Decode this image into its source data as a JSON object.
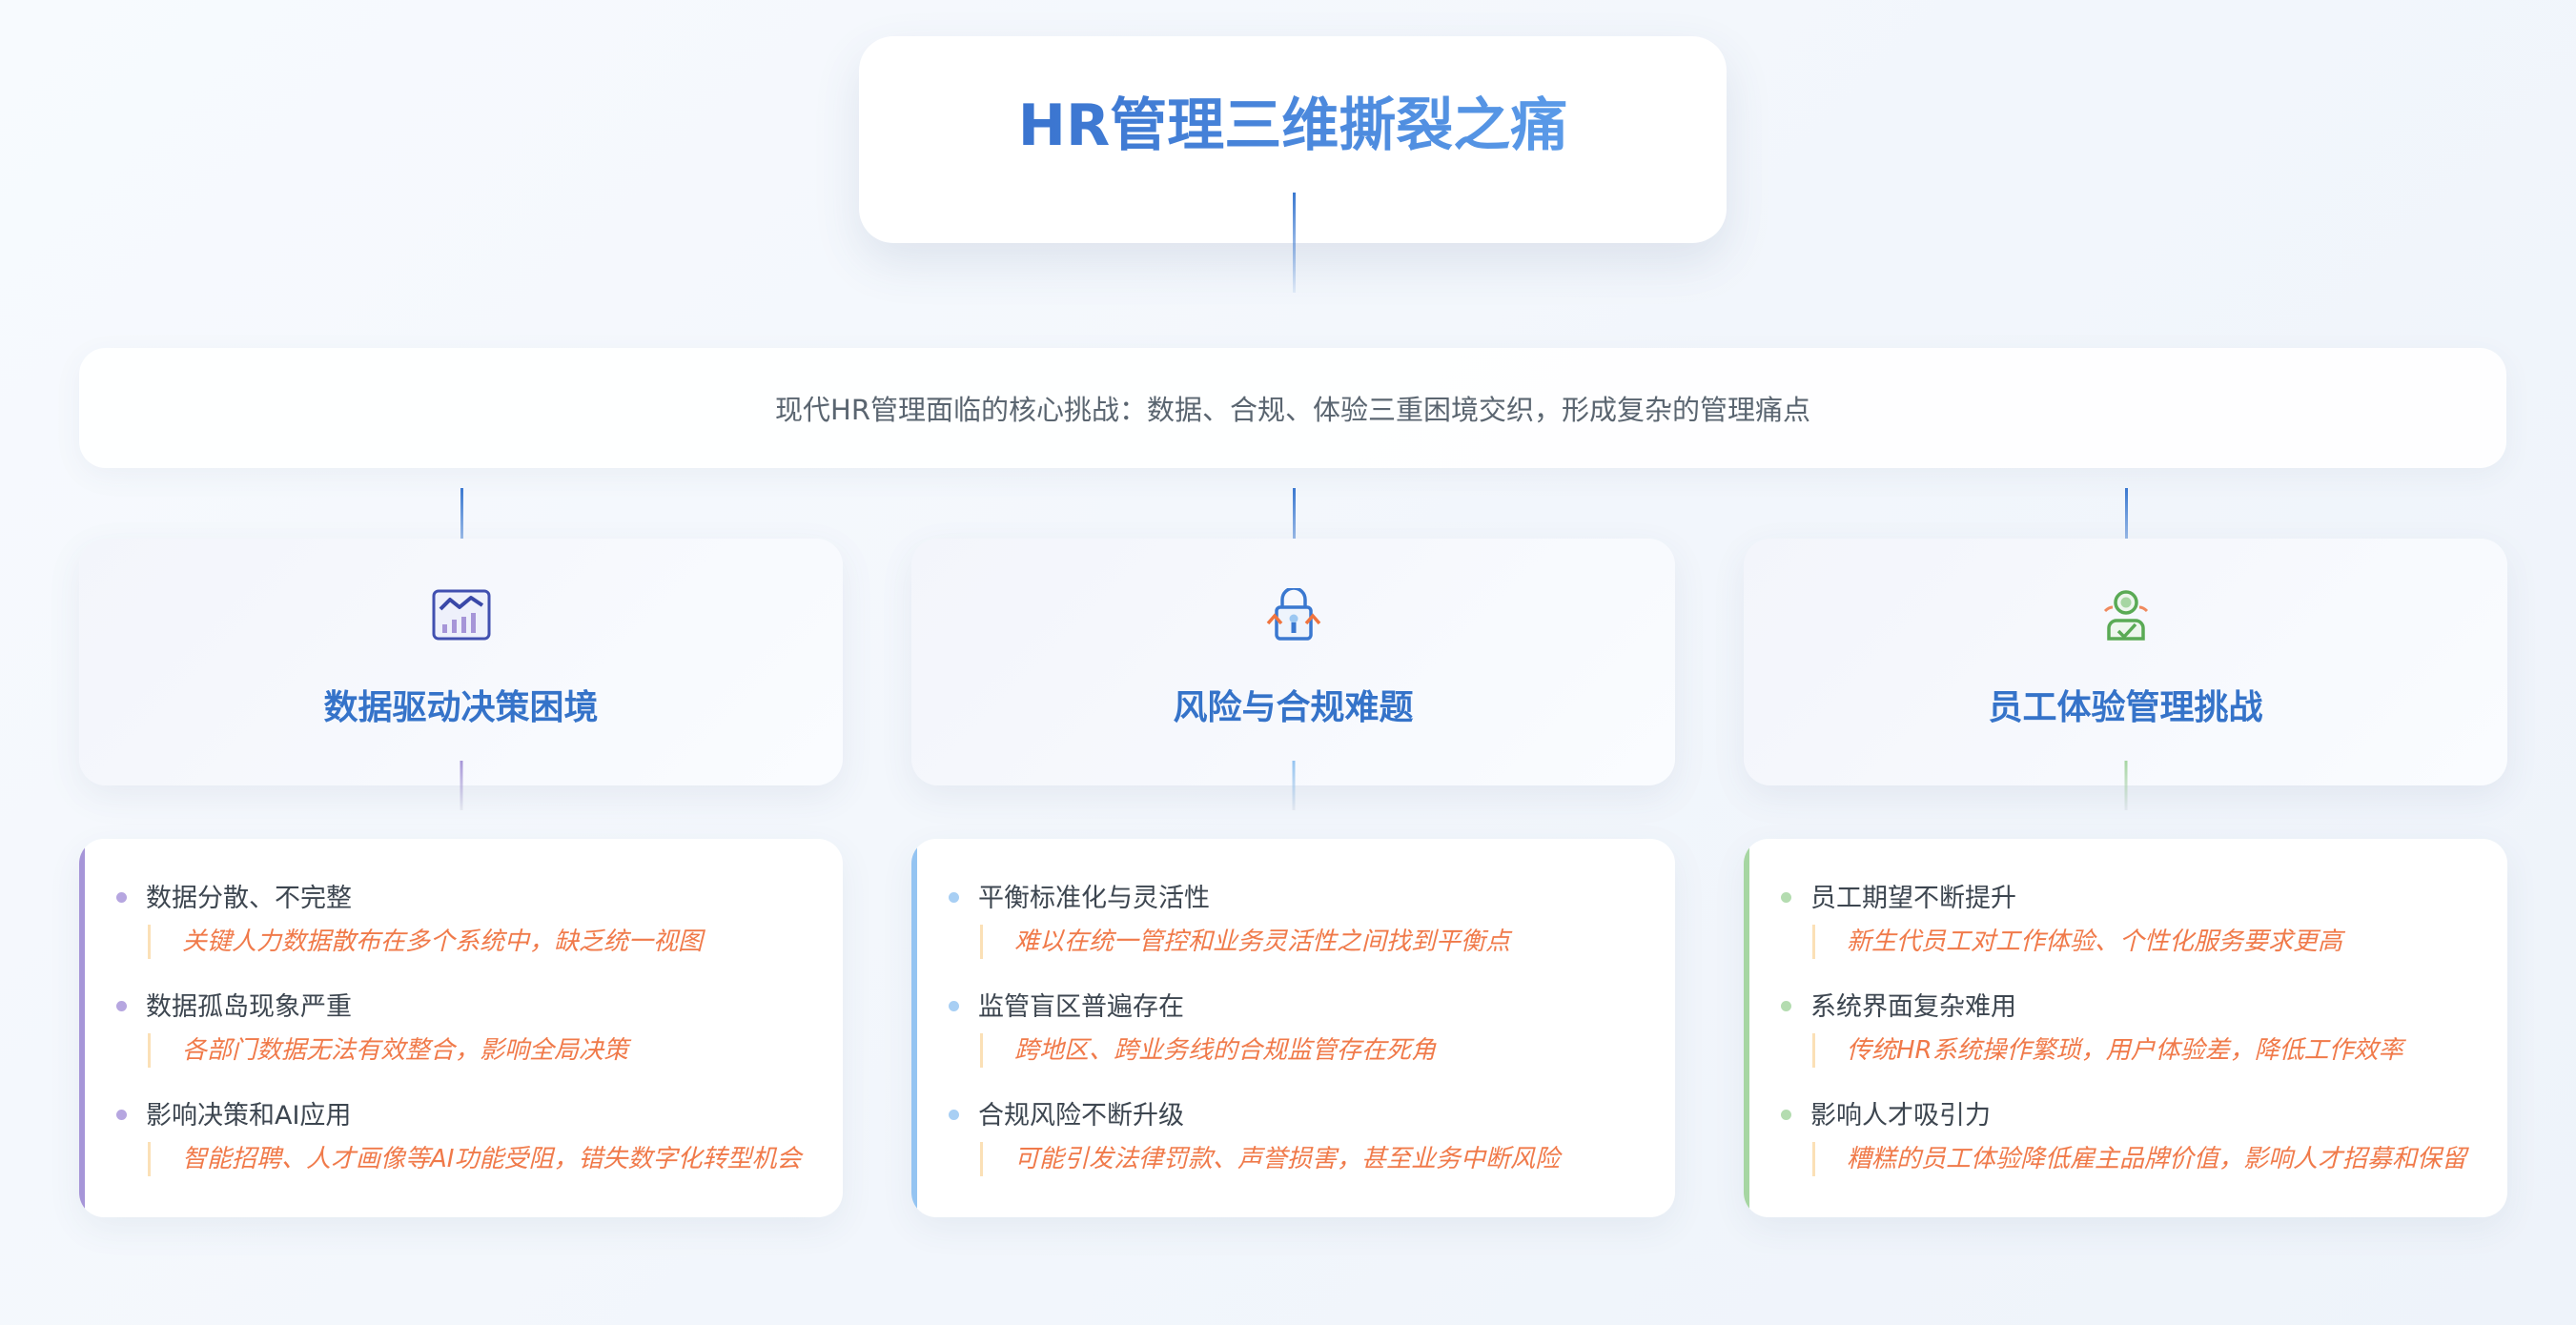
{
  "title": "HR管理三维撕裂之痛",
  "subtitle": "现代HR管理面临的核心挑战：数据、合规、体验三重困境交织，形成复杂的管理痛点",
  "categories": [
    {
      "heading": "数据驱动决策困境",
      "icon": "chart-icon",
      "accent": "#a695d8",
      "items": [
        {
          "title": "数据分散、不完整",
          "desc": "关键人力数据散布在多个系统中，缺乏统一视图"
        },
        {
          "title": "数据孤岛现象严重",
          "desc": "各部门数据无法有效整合，影响全局决策"
        },
        {
          "title": "影响决策和AI应用",
          "desc": "智能招聘、人才画像等AI功能受阻，错失数字化转型机会"
        }
      ]
    },
    {
      "heading": "风险与合规难题",
      "icon": "lock-icon",
      "accent": "#94c4f2",
      "items": [
        {
          "title": "平衡标准化与灵活性",
          "desc": "难以在统一管控和业务灵活性之间找到平衡点"
        },
        {
          "title": "监管盲区普遍存在",
          "desc": "跨地区、跨业务线的合规监管存在死角"
        },
        {
          "title": "合规风险不断升级",
          "desc": "可能引发法律罚款、声誉损害，甚至业务中断风险"
        }
      ]
    },
    {
      "heading": "员工体验管理挑战",
      "icon": "user-check-icon",
      "accent": "#a6d6a2",
      "items": [
        {
          "title": "员工期望不断提升",
          "desc": "新生代员工对工作体验、个性化服务要求更高"
        },
        {
          "title": "系统界面复杂难用",
          "desc": "传统HR系统操作繁琐，用户体验差，降低工作效率"
        },
        {
          "title": "影响人才吸引力",
          "desc": "糟糕的员工体验降低雇主品牌价值，影响人才招募和保留"
        }
      ]
    }
  ]
}
